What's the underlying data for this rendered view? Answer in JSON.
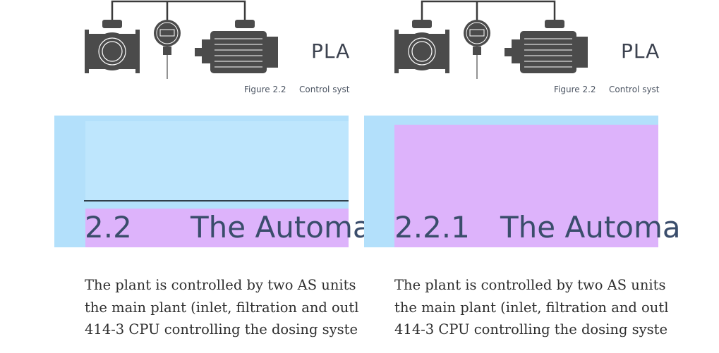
{
  "figure": {
    "label": "PLA",
    "number": "Figure 2.2",
    "caption": "Control syst"
  },
  "colors": {
    "highlight_blue": "#b3e0fb",
    "highlight_purple": "#ddb3fb",
    "heading_text": "#3a4d6b",
    "equipment_gray": "#4b4b4b"
  },
  "left": {
    "heading_number": "2.2",
    "heading_title": "The Automa",
    "paragraph_lines": [
      "The plant is controlled by two AS units",
      "the main plant (inlet, filtration and outl",
      "414-3 CPU controlling the dosing syste"
    ]
  },
  "right": {
    "heading_number": "2.2.1",
    "heading_title": "The Automa",
    "paragraph_lines": [
      "The plant is controlled by two AS units",
      "the main plant (inlet, filtration and outl",
      "414-3 CPU controlling the dosing syste"
    ]
  },
  "icons": [
    "valve-icon",
    "pressure-gauge-icon",
    "pump-motor-icon"
  ]
}
